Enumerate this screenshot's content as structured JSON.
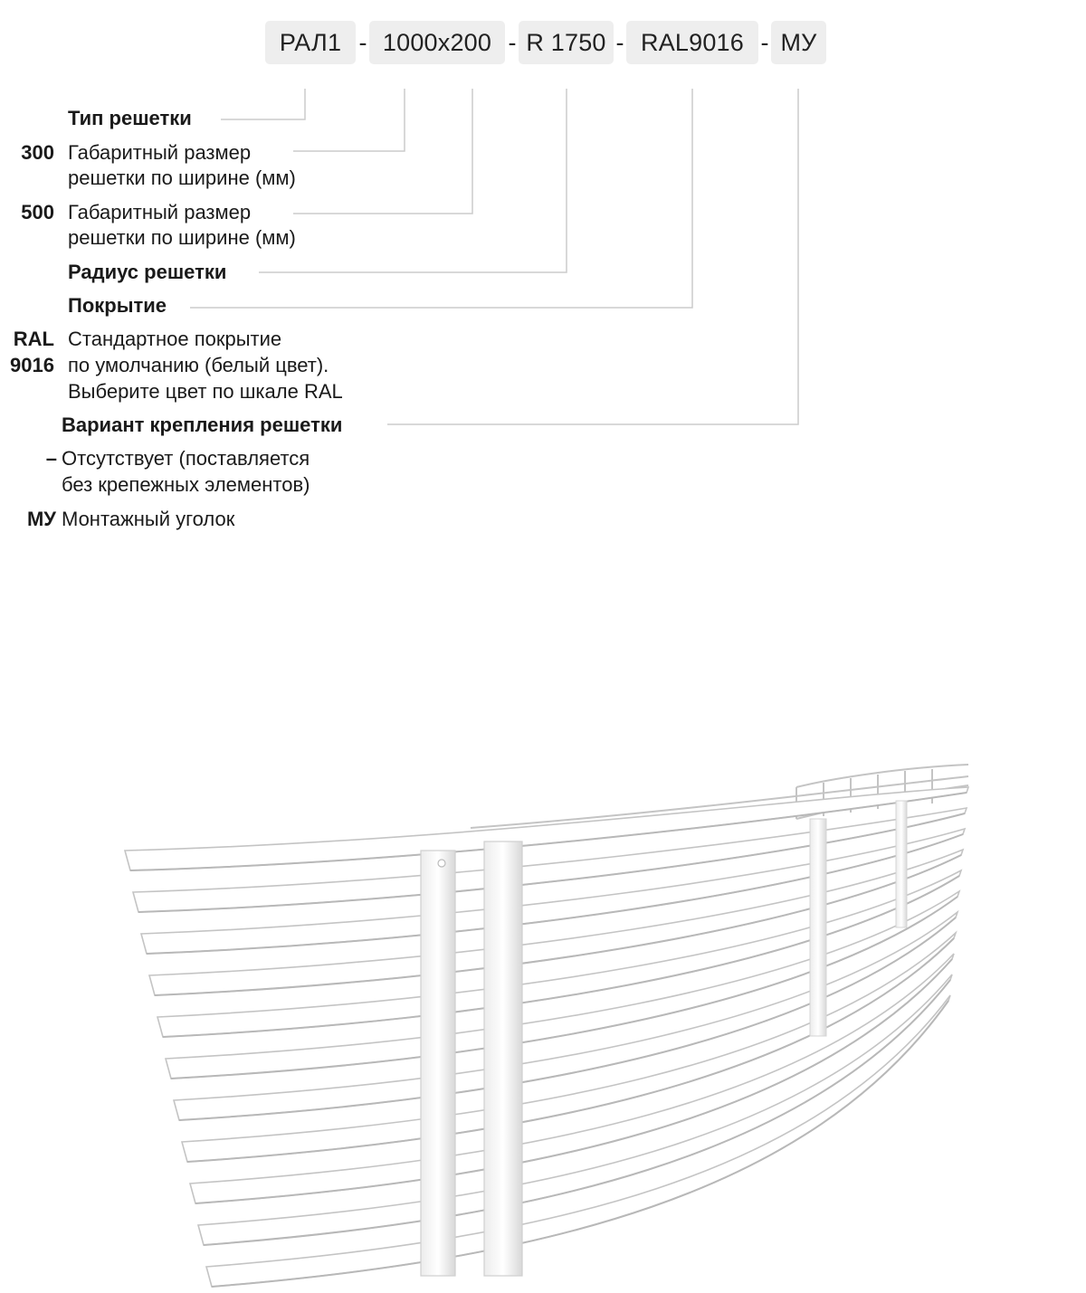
{
  "code": {
    "segments": [
      "РАЛ1",
      "1000х200",
      "R 1750",
      "RAL9016",
      "МУ"
    ],
    "separator": "-"
  },
  "legend": {
    "type_label": "Тип решетки",
    "width": {
      "code": "300",
      "line1": "Габаритный размер",
      "line2": "решетки по ширине (мм)"
    },
    "height": {
      "code": "500",
      "line1": "Габаритный размер",
      "line2": "решетки по ширине (мм)"
    },
    "radius_label": "Радиус решетки",
    "coating_label": "Покрытие",
    "coating_option": {
      "code_line1": "RAL",
      "code_line2": "9016",
      "line1": "Стандартное покрытие",
      "line2": "по умолчанию (белый цвет).",
      "line3": "Выберите цвет по шкале RAL"
    },
    "mount_label": "Вариант крепления решетки",
    "mount_none": {
      "code": "–",
      "line1": "Отсутствует (поставляется",
      "line2": "без крепежных элементов)"
    },
    "mount_angle": {
      "code": "МУ",
      "line1": "Монтажный уголок"
    }
  },
  "colors": {
    "chip_bg": "#eeeeee",
    "leader_line": "#cccccc",
    "grille_fill": "#ffffff",
    "grille_shade": "#dcdcdc",
    "grille_outline": "#c4c4c4"
  }
}
